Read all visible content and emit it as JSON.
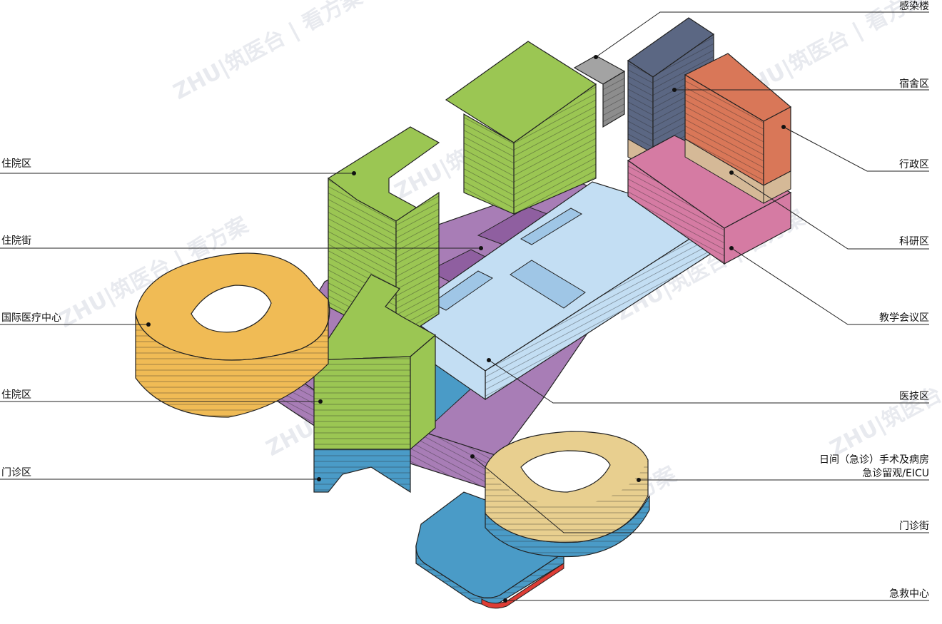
{
  "diagram": {
    "labels": {
      "infection": "感染楼",
      "dorm": "宿舍区",
      "admin": "行政区",
      "research": "科研区",
      "teaching": "教学会议区",
      "medtech": "医技区",
      "daysurgery_line1": "日间（急诊）手术及病房",
      "daysurgery_line2": "急诊留观/EICU",
      "outpatient_street": "门诊街",
      "emergency": "急救中心",
      "inpatient_top": "住院区",
      "inpatient_street": "住院街",
      "international": "国际医疗中心",
      "inpatient_lower": "住院区",
      "outpatient": "门诊区"
    },
    "watermark": "ZHU|筑医台 | 看方案"
  },
  "colors": {
    "green": "#9bc653",
    "purple": "#a87db6",
    "lightblue": "#c3def3",
    "blue": "#4a9bc7",
    "yellow": "#f0bb55",
    "sand": "#e8cf8f",
    "gray": "#a3a3a3",
    "navy": "#5b6783",
    "coral": "#d97758",
    "tan": "#d5b997",
    "pink": "#d57ba3",
    "red": "#dd3d35"
  }
}
